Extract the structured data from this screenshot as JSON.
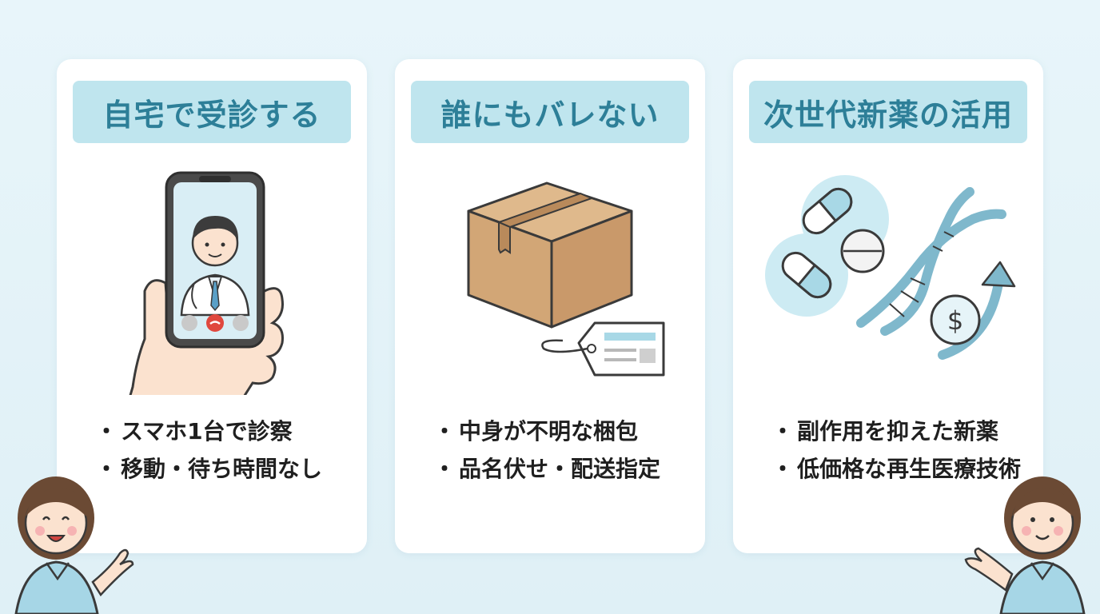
{
  "cards": [
    {
      "title": "自宅で受診する",
      "icon": "smartphone-doctor-icon",
      "bullets": [
        "スマホ1台で診察",
        "移動・待ち時間なし"
      ]
    },
    {
      "title": "誰にもバレない",
      "icon": "package-box-icon",
      "bullets": [
        "中身が不明な梱包",
        "品名伏せ・配送指定"
      ]
    },
    {
      "title": "次世代新薬の活用",
      "icon": "medicine-dna-icon",
      "bullets": [
        "副作用を抑えた新薬",
        "低価格な再生医療技術"
      ]
    }
  ],
  "colors": {
    "background": "#e3f3f8",
    "card": "#ffffff",
    "title_bg": "#bfe5ee",
    "title_text": "#2d7f98",
    "bullet_text": "#1f1f1f"
  }
}
